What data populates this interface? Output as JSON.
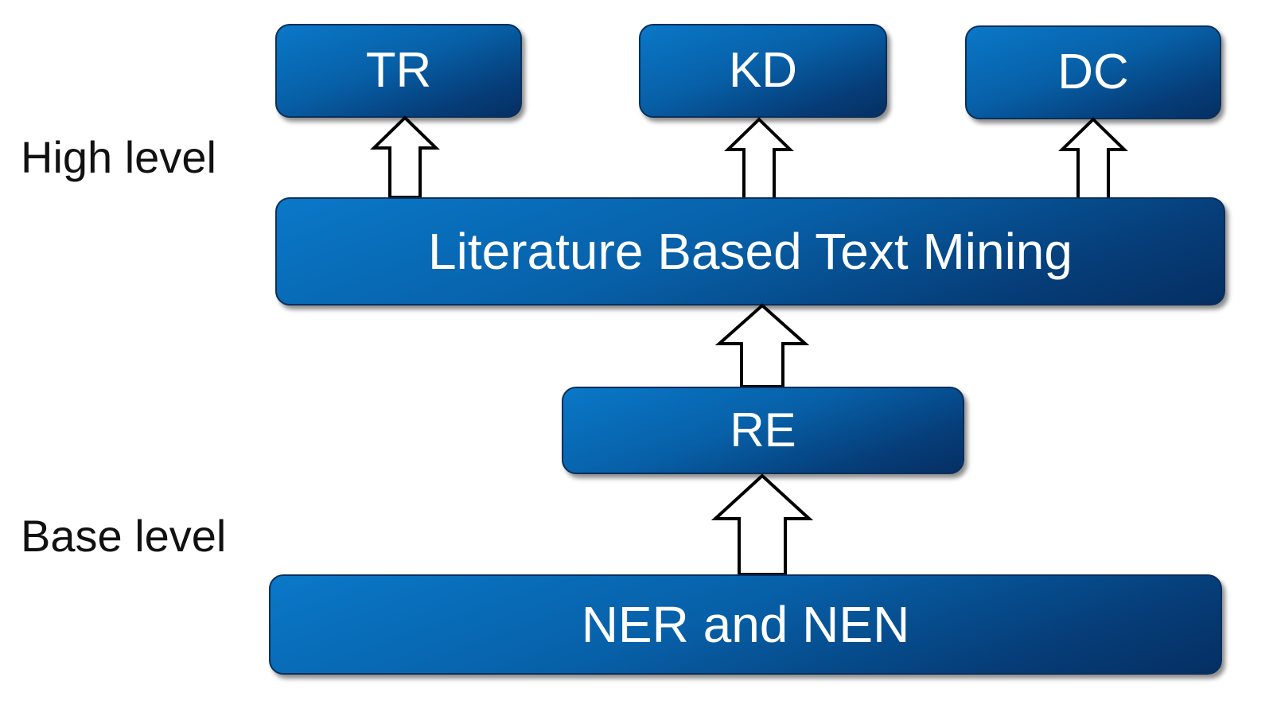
{
  "labels": {
    "high": "High level",
    "base": "Base level"
  },
  "top_boxes": {
    "tr": "TR",
    "kd": "KD",
    "dc": "DC"
  },
  "mining": "Literature Based Text Mining",
  "re": "RE",
  "ner": "NER and NEN",
  "colors": {
    "box_light": "#0a78c8",
    "box_dark": "#052f63",
    "text": "#ffffff",
    "label": "#111111"
  }
}
